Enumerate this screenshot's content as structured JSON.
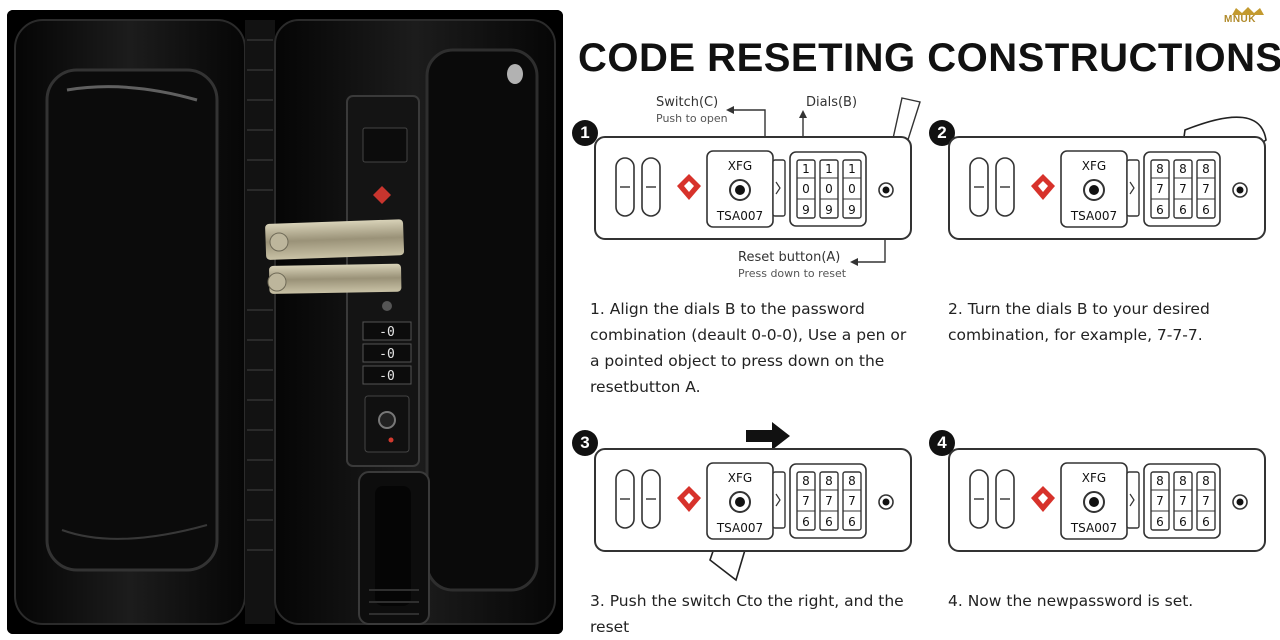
{
  "brand": {
    "logo_text": "MNUK"
  },
  "title": "CODE RESETING CONSTRUCTIONS",
  "photo_dials": [
    "-0",
    "-0",
    "-0"
  ],
  "callouts": {
    "switch_label": "Switch(C)",
    "switch_sub": "Push to open",
    "dials_label": "Dials(B)",
    "reset_label": "Reset button(A)",
    "reset_sub": "Press down to reset"
  },
  "lock_labels": {
    "brand": "XFG",
    "model": "TSA007"
  },
  "steps": [
    {
      "number": "1",
      "text": "1. Align the dials B to the password combination (deault 0-0-0), Use a pen or a pointed object to press down on the resetbutton A.",
      "dials": {
        "top": [
          "1",
          "1",
          "1"
        ],
        "mid": [
          "0",
          "0",
          "0"
        ],
        "bot": [
          "9",
          "9",
          "9"
        ]
      }
    },
    {
      "number": "2",
      "text": "2. Turn the dials B to your desired combination, for example, 7-7-7.",
      "dials": {
        "top": [
          "8",
          "8",
          "8"
        ],
        "mid": [
          "7",
          "7",
          "7"
        ],
        "bot": [
          "6",
          "6",
          "6"
        ]
      }
    },
    {
      "number": "3",
      "text": "3. Push the switch Cto the right, and the reset",
      "dials": {
        "top": [
          "8",
          "8",
          "8"
        ],
        "mid": [
          "7",
          "7",
          "7"
        ],
        "bot": [
          "6",
          "6",
          "6"
        ]
      }
    },
    {
      "number": "4",
      "text": "4. Now the newpassword is set.",
      "dials": {
        "top": [
          "8",
          "8",
          "8"
        ],
        "mid": [
          "7",
          "7",
          "7"
        ],
        "bot": [
          "6",
          "6",
          "6"
        ]
      }
    }
  ]
}
